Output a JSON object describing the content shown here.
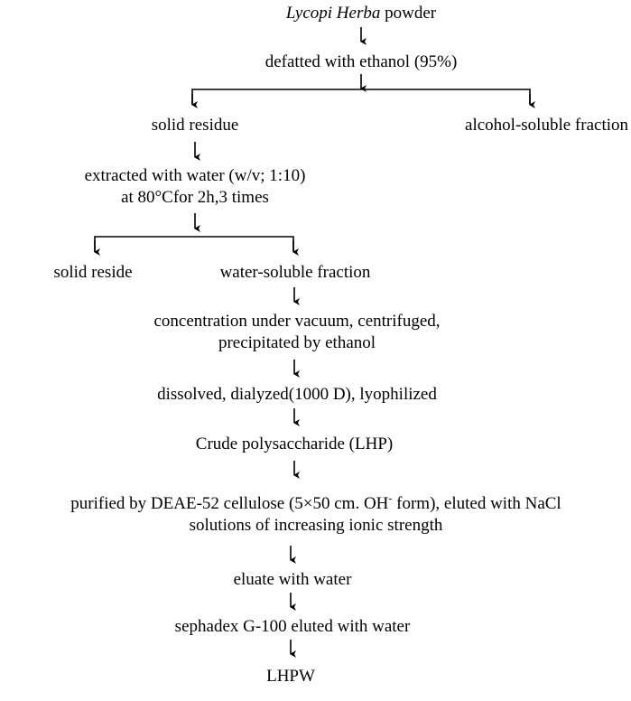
{
  "flowchart": {
    "source_italic": "Lycopi Herba",
    "source_rest": " powder",
    "step_defat": "defatted with ethanol (95%)",
    "solid_residue": "solid residue",
    "alcohol_fraction": "alcohol-soluble fraction",
    "extract_line1": "extracted with water (w/v; 1:10)",
    "extract_line2": "at 80°Cfor 2h,3 times",
    "solid_reside": "solid reside",
    "water_fraction": "water-soluble fraction",
    "concentrate_line1": "concentration under vacuum, centrifuged,",
    "concentrate_line2": "precipitated by ethanol",
    "dialysis": "dissolved, dialyzed(1000 D), lyophilized",
    "crude": "Crude polysaccharide (LHP)",
    "purify_line1_a": "purified by DEAE-52 cellulose (5×50 cm. OH",
    "purify_line1_sup": "-",
    "purify_line1_b": " form), eluted with NaCl",
    "purify_line2": "solutions of increasing ionic strength",
    "eluate": "eluate with water",
    "sephadex": "sephadex G-100 eluted with water",
    "product": "LHPW"
  }
}
